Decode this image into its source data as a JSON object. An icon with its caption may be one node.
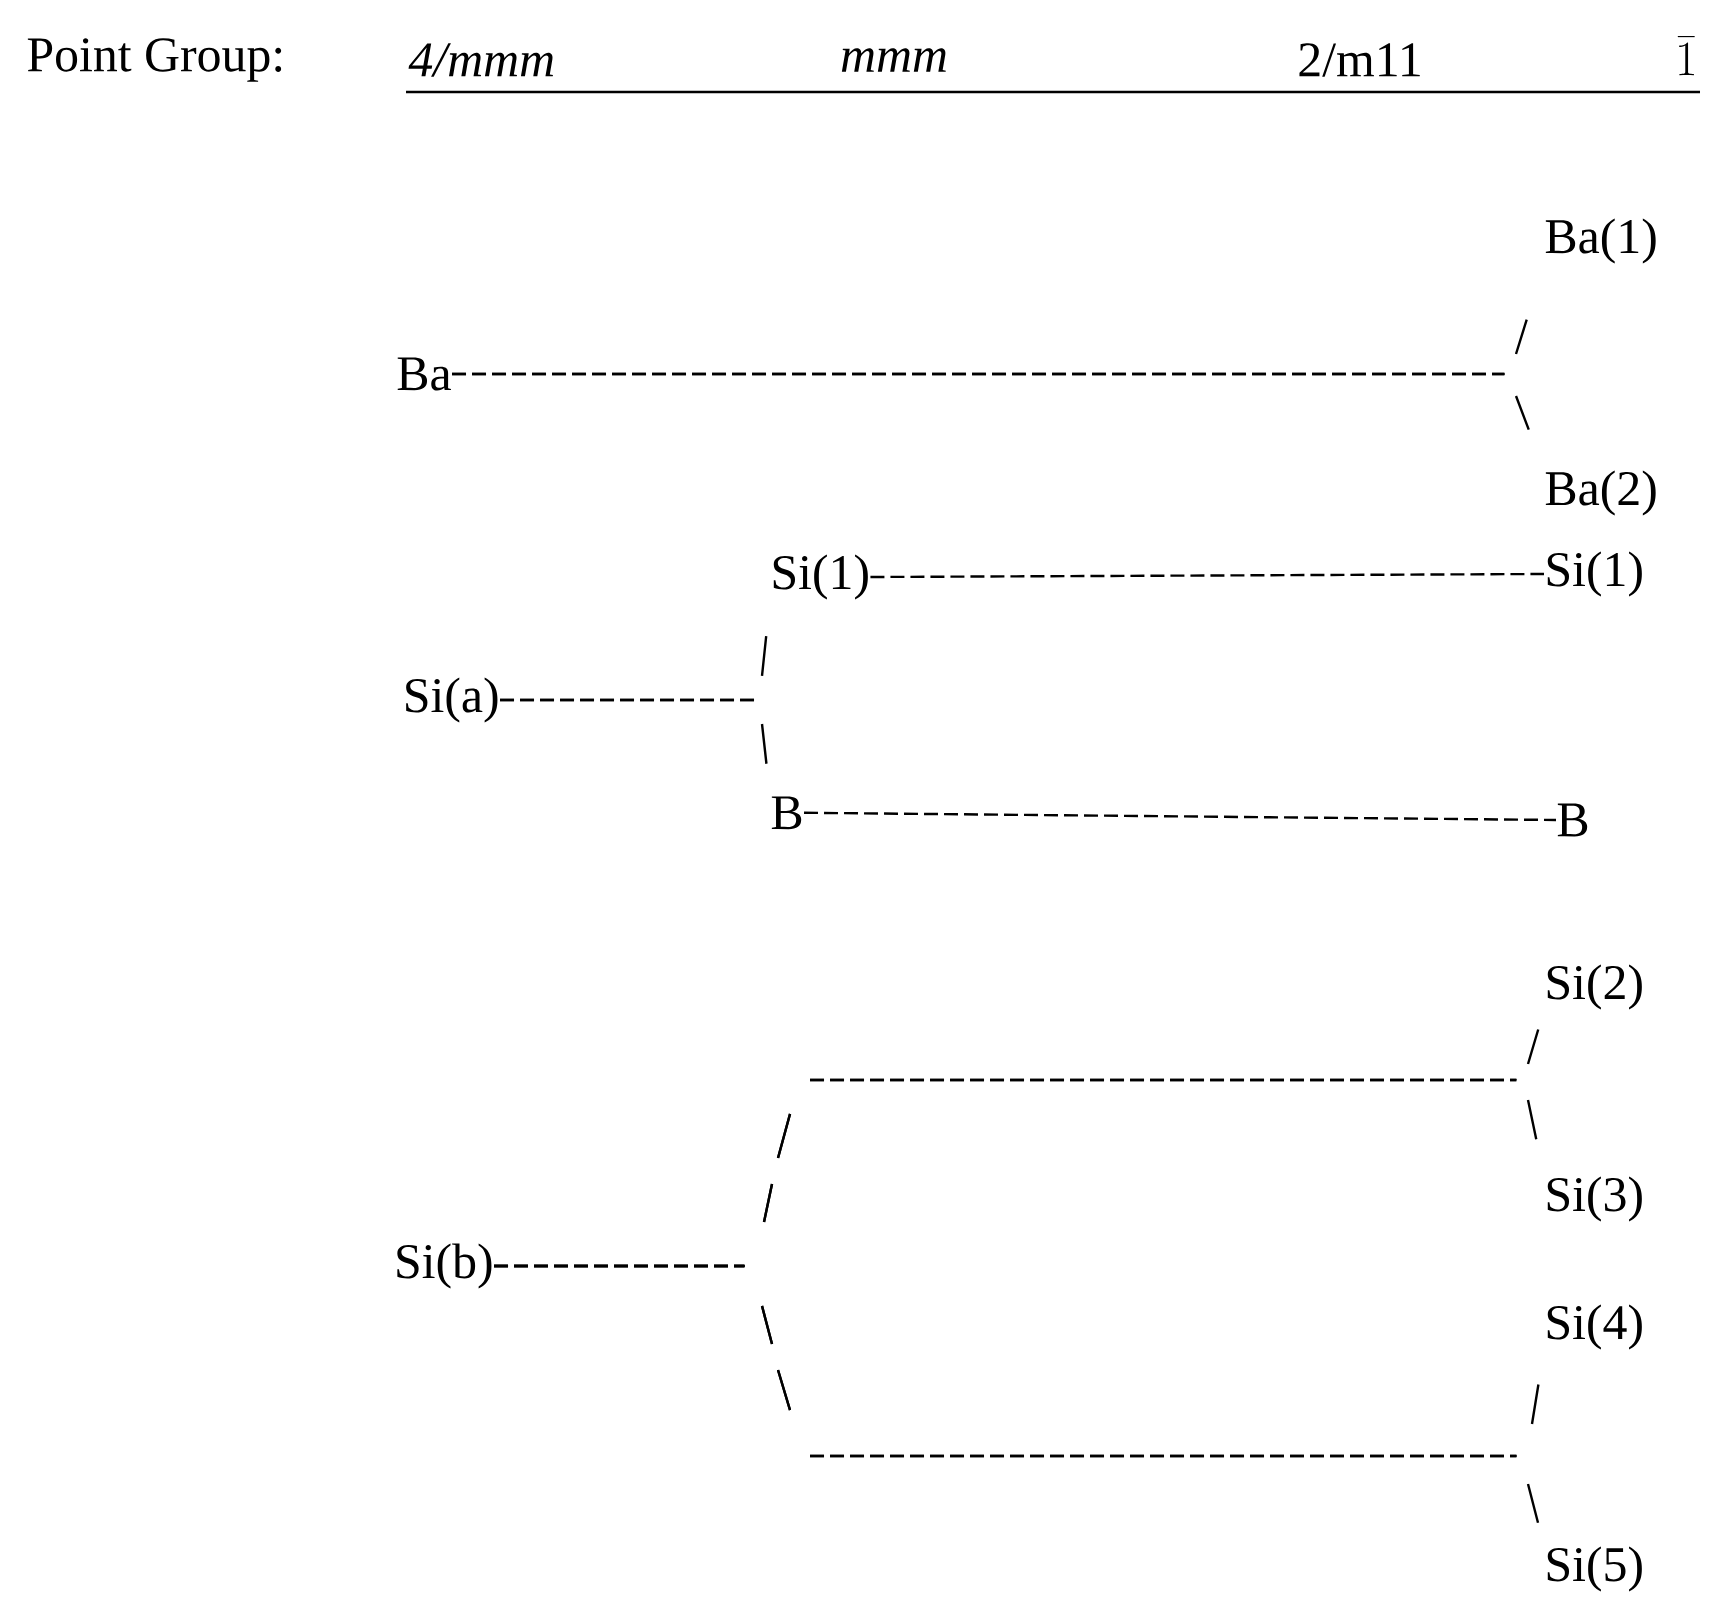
{
  "diagram": {
    "nodes": [
      {
        "text": [
          "Ba(1)"
        ]
      },
      {
        "text": [
          "Ba"
        ]
      },
      {
        "text": [
          "Ba(2)"
        ]
      },
      {
        "text": [
          "Si(1)"
        ]
      },
      {
        "text": [
          "Si(1)"
        ]
      },
      {
        "text": [
          "Si(a)"
        ]
      },
      {
        "text": [
          "B"
        ]
      },
      {
        "text": [
          "B"
        ]
      },
      {
        "text": [
          "Si(2)"
        ]
      },
      {
        "text": [
          "Si(3)"
        ]
      },
      {
        "text": [
          "Si(b)"
        ]
      },
      {
        "text": [
          "Si(4)"
        ]
      },
      {
        "text": [
          "Si(5)"
        ]
      }
    ],
    "edges": [
      {
        "from": 1,
        "to": 0,
        "arrow": "none",
        "style": "dashed"
      },
      {
        "from": 1,
        "to": 2,
        "arrow": "none",
        "style": "dashed"
      },
      {
        "from": 5,
        "to": 3,
        "arrow": "none",
        "style": "dashed"
      },
      {
        "from": 5,
        "to": 6,
        "arrow": "none",
        "style": "dashed"
      },
      {
        "from": 3,
        "to": 4,
        "arrow": "none",
        "style": "dashed"
      },
      {
        "from": 6,
        "to": 7,
        "arrow": "none",
        "style": "dashed"
      },
      {
        "from": 10,
        "to": 8,
        "arrow": "none",
        "style": "dashed"
      },
      {
        "from": 10,
        "to": 9,
        "arrow": "none",
        "style": "dashed"
      },
      {
        "from": 10,
        "to": 11,
        "arrow": "none",
        "style": "dashed"
      },
      {
        "from": 10,
        "to": 12,
        "arrow": "none",
        "style": "dashed"
      }
    ],
    "labels": [
      "Point Group:",
      "4/mmm",
      "mmm",
      "2/m11",
      "\\bar{1}"
    ]
  }
}
